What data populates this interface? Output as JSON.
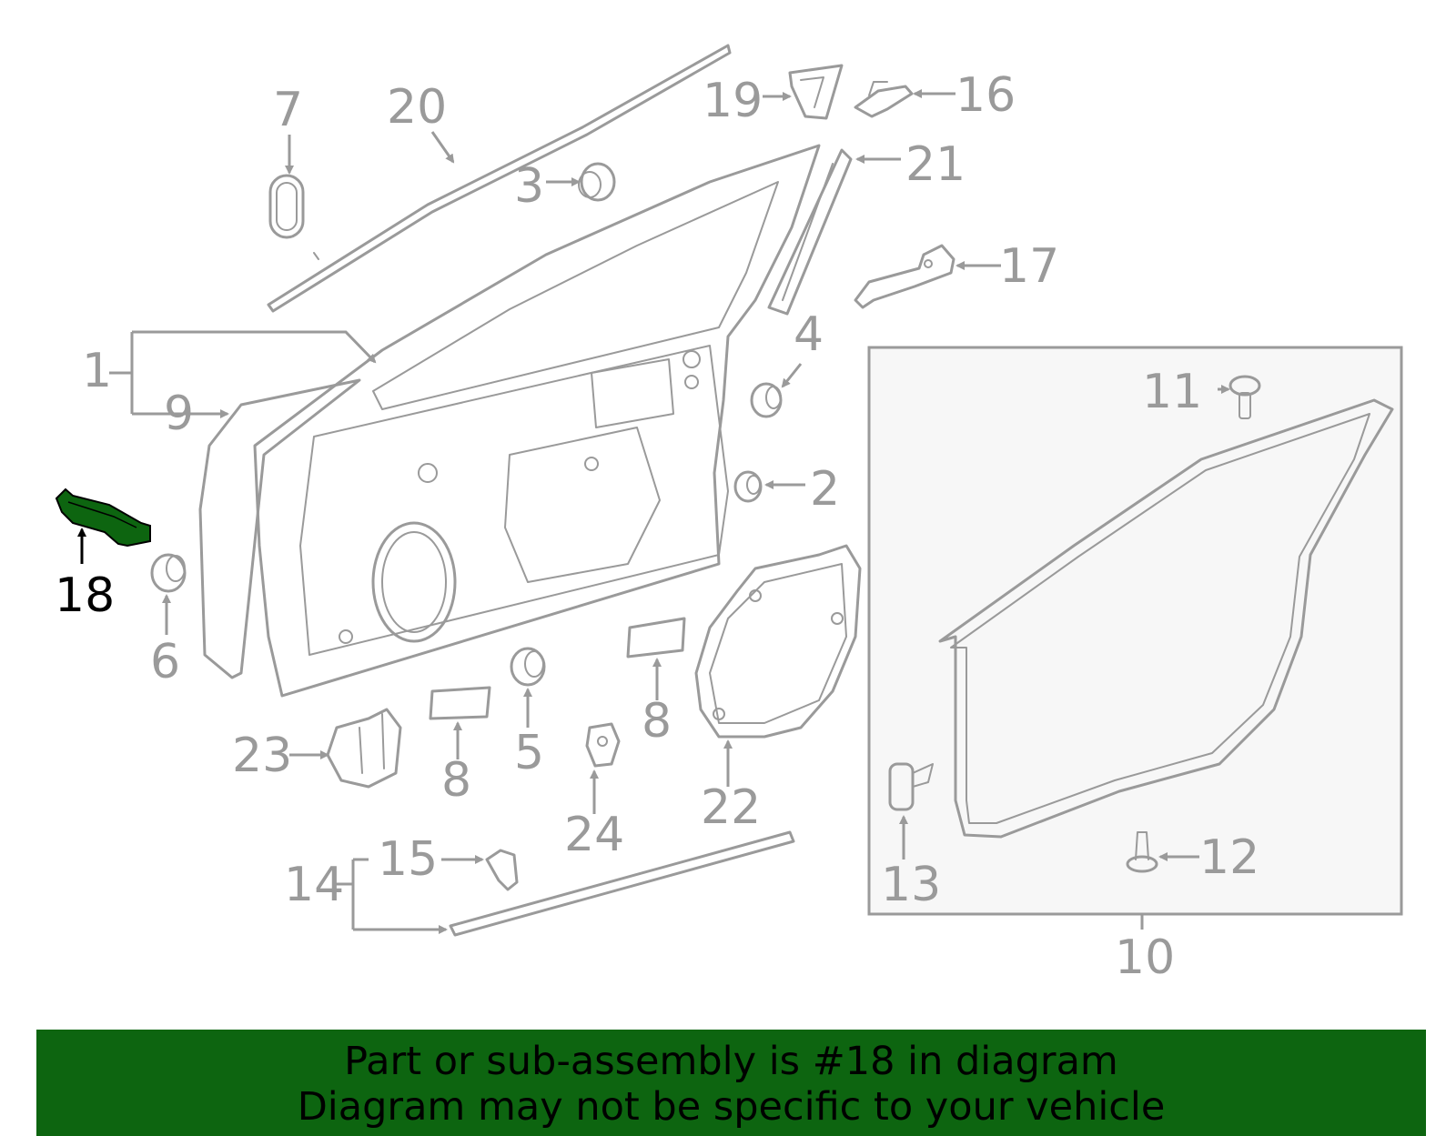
{
  "diagram": {
    "highlight_color": "#0d6510",
    "highlighted_part": "18",
    "callouts": {
      "c1": "1",
      "c2": "2",
      "c3": "3",
      "c4": "4",
      "c5": "5",
      "c6": "6",
      "c7": "7",
      "c8a": "8",
      "c8b": "8",
      "c9": "9",
      "c10": "10",
      "c11": "11",
      "c12": "12",
      "c13": "13",
      "c14": "14",
      "c15": "15",
      "c16": "16",
      "c17": "17",
      "c18": "18",
      "c19": "19",
      "c20": "20",
      "c21": "21",
      "c22": "22",
      "c23": "23",
      "c24": "24"
    }
  },
  "banner": {
    "background": "#0d6510",
    "line1": "Part or sub-assembly is #18 in diagram",
    "line2": "Diagram may not be specific to your vehicle"
  }
}
